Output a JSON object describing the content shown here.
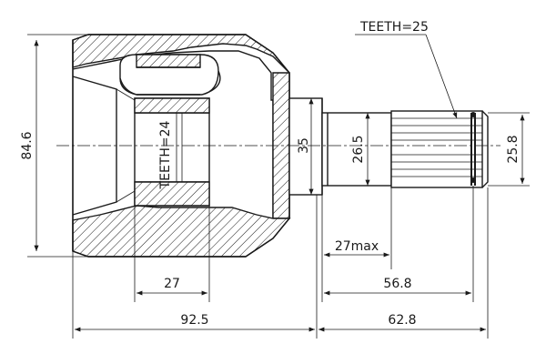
{
  "drawing": {
    "teeth_outer": "TEETH=25",
    "teeth_inner": "TEETH=24",
    "dim_84_6": "84.6",
    "dim_35": "35",
    "dim_26_5": "26.5",
    "dim_25_8": "25.8",
    "dim_27max": "27max",
    "dim_27": "27",
    "dim_56_8": "56.8",
    "dim_92_5": "92.5",
    "dim_62_8": "62.8"
  }
}
